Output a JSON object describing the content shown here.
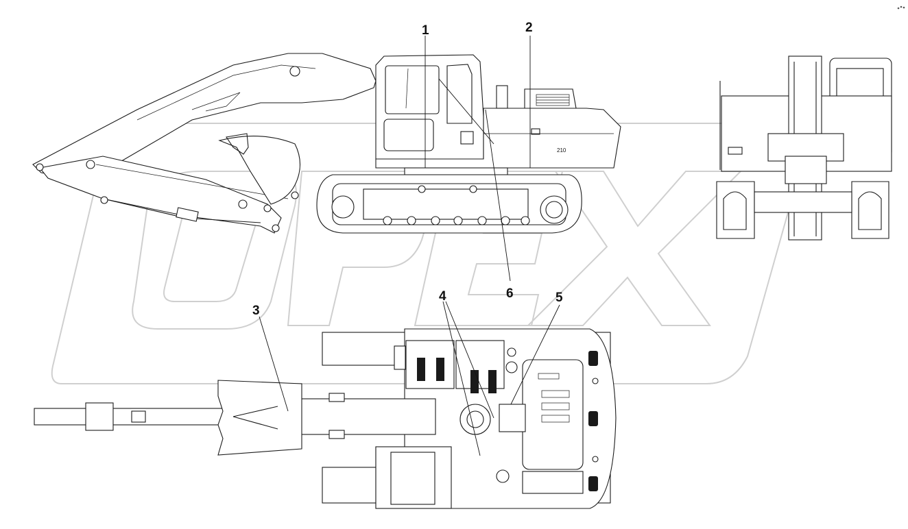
{
  "callouts": [
    {
      "id": "1",
      "label": "1"
    },
    {
      "id": "2",
      "label": "2"
    },
    {
      "id": "3",
      "label": "3"
    },
    {
      "id": "4",
      "label": "4"
    },
    {
      "id": "5",
      "label": "5"
    },
    {
      "id": "6",
      "label": "6"
    }
  ],
  "model_badge": "210",
  "watermark": "OPEX"
}
